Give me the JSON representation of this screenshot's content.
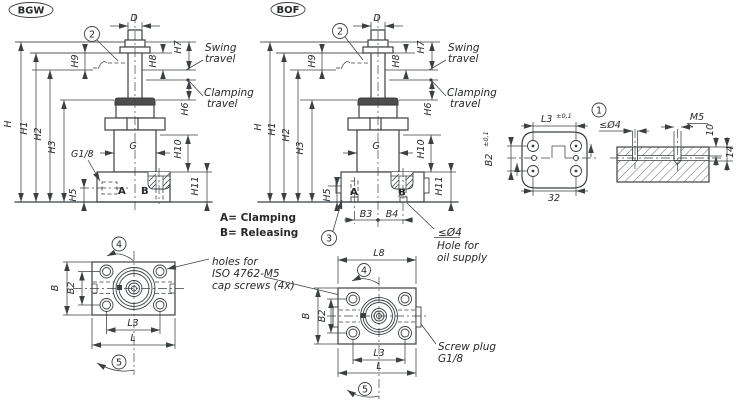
{
  "colors": {
    "line": "#3c4043",
    "phantom": "#9f9f9f",
    "dark_fill": "#4d4d4d",
    "background": "#ffffff"
  },
  "legend": {
    "a": "A= Clamping",
    "b": "B= Releasing"
  },
  "views": {
    "bgw": {
      "tag": "BGW",
      "balloon": "2",
      "dims": {
        "d": "D",
        "h": "H",
        "h1": "H1",
        "h2": "H2",
        "h3": "H3",
        "h5": "H5",
        "h6": "H6",
        "h7": "H7",
        "h8": "H8",
        "h9": "H9",
        "h10": "H10",
        "h11": "H11",
        "g": "G",
        "g18": "G1/8"
      },
      "ports": {
        "a": "A",
        "b": "B"
      },
      "notes": {
        "swing": [
          "Swing",
          "travel"
        ],
        "clamping": [
          "Clamping",
          "travel"
        ]
      }
    },
    "bof": {
      "tag": "BOF",
      "balloon": "2",
      "balloon3": "3",
      "dims": {
        "d": "D",
        "h": "H",
        "h1": "H1",
        "h2": "H2",
        "h3": "H3",
        "h5": "H5",
        "h6": "H6",
        "h7": "H7",
        "h8": "H8",
        "h9": "H9",
        "h10": "H10",
        "h11": "H11",
        "g": "G",
        "b3": "B3",
        "b4": "B4"
      },
      "ports": {
        "a": "A",
        "b": "B"
      },
      "notes": {
        "swing": [
          "Swing",
          "travel"
        ],
        "clamping": [
          "Clamping",
          "travel"
        ],
        "oil": [
          "≤Ø4",
          "Hole for",
          "oil supply"
        ]
      }
    },
    "detail": {
      "balloon": "1",
      "l3": "L3",
      "l3_tol": "±0,1",
      "b2": "B2",
      "b2_tol": "±0,1",
      "width": "32",
      "dia": "≤Ø4",
      "thread": "M5",
      "depth_thread": "10",
      "depth_hole": "14"
    },
    "flange_bgw": {
      "balloon_top": "4",
      "balloon_bottom": "5",
      "b": "B",
      "b2": "B2",
      "l3": "L3",
      "l": "L",
      "note": [
        "holes for",
        "ISO 4762-M5",
        "cap screws (4x)"
      ]
    },
    "flange_bof": {
      "balloon_top": "4",
      "balloon_bottom": "5",
      "l8": "L8",
      "b": "B",
      "b2": "B2",
      "l3": "L3",
      "l": "L",
      "note": [
        "Screw plug",
        "G1/8"
      ]
    }
  }
}
